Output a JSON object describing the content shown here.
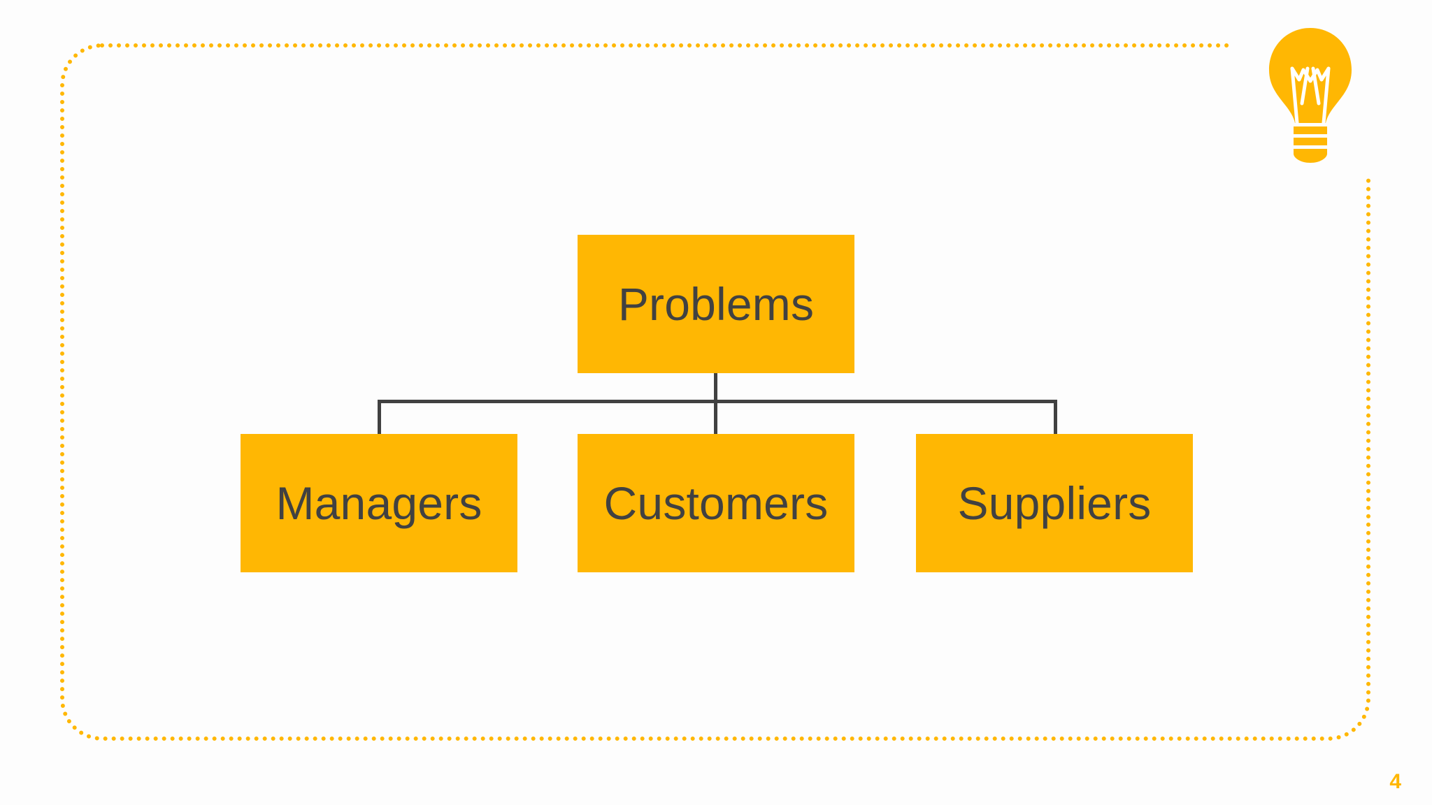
{
  "slide": {
    "page_number": "4",
    "background_color": "#fdfdfd",
    "accent_color": "#FFB703",
    "text_color": "#414141",
    "frame_style": "dotted-rounded"
  },
  "decor": {
    "bulb_icon_name": "lightbulb-icon",
    "bulb_color": "#FFB703"
  },
  "chart_data": {
    "type": "diagram",
    "diagram_type": "org-chart",
    "title": "",
    "root": {
      "label": "Problems"
    },
    "children": [
      {
        "label": "Managers"
      },
      {
        "label": "Customers"
      },
      {
        "label": "Suppliers"
      }
    ],
    "node_fill": "#FFB703",
    "node_text_color": "#414141",
    "connector_color": "#414141"
  }
}
